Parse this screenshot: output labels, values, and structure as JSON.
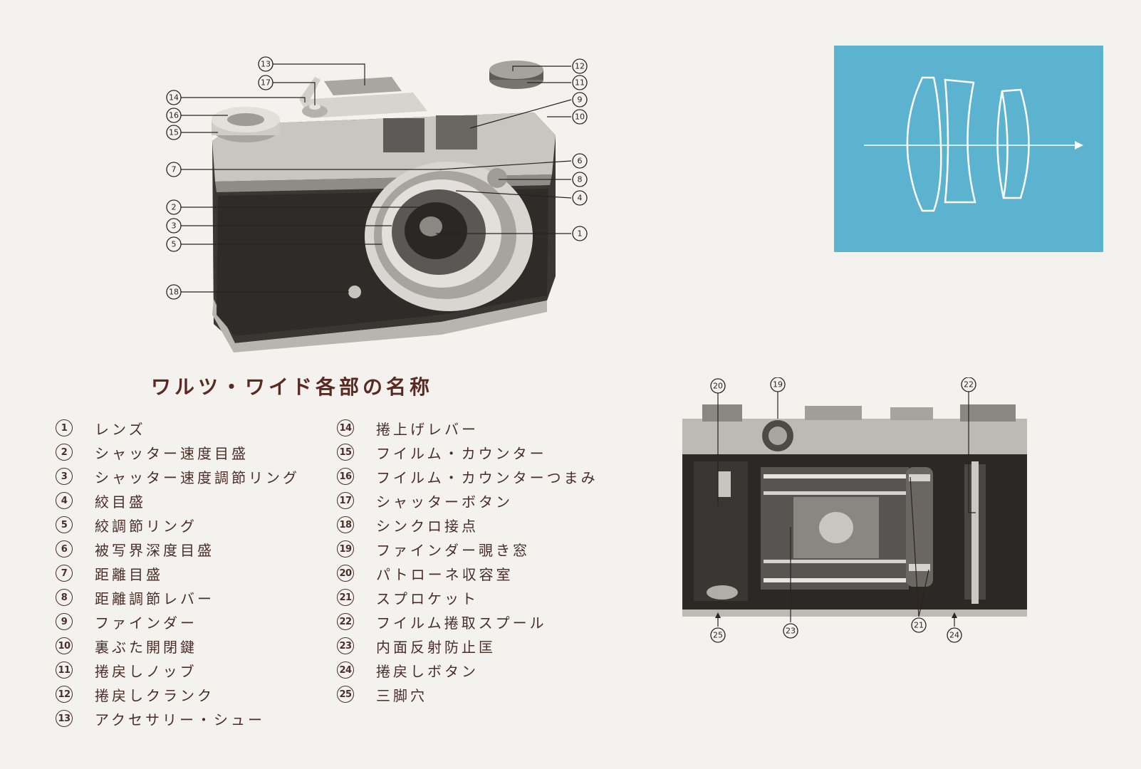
{
  "title": "ワルツ・ワイド各部の名称",
  "colors": {
    "paper": "#f4f2ee",
    "ink": "#4a2c28",
    "title": "#5a2a22",
    "lens_panel": "#5cb3cf",
    "lens_line": "#ffffff"
  },
  "parts_left": [
    {
      "num": "1",
      "label": "レンズ"
    },
    {
      "num": "2",
      "label": "シャッター速度目盛"
    },
    {
      "num": "3",
      "label": "シャッター速度調節リング"
    },
    {
      "num": "4",
      "label": "絞目盛"
    },
    {
      "num": "5",
      "label": "絞調節リング"
    },
    {
      "num": "6",
      "label": "被写界深度目盛"
    },
    {
      "num": "7",
      "label": "距離目盛"
    },
    {
      "num": "8",
      "label": "距離調節レバー"
    },
    {
      "num": "9",
      "label": "ファインダー"
    },
    {
      "num": "10",
      "label": "裏ぶた開閉鍵"
    },
    {
      "num": "11",
      "label": "捲戻しノッブ"
    },
    {
      "num": "12",
      "label": "捲戻しクランク"
    },
    {
      "num": "13",
      "label": "アクセサリー・シュー"
    }
  ],
  "parts_right": [
    {
      "num": "14",
      "label": "捲上げレバー"
    },
    {
      "num": "15",
      "label": "フイルム・カウンター"
    },
    {
      "num": "16",
      "label": "フイルム・カウンターつまみ"
    },
    {
      "num": "17",
      "label": "シャッターボタン"
    },
    {
      "num": "18",
      "label": "シンクロ接点"
    },
    {
      "num": "19",
      "label": "ファインダー覗き窓"
    },
    {
      "num": "20",
      "label": "パトローネ収容室"
    },
    {
      "num": "21",
      "label": "スプロケット"
    },
    {
      "num": "22",
      "label": "フイルム捲取スプール"
    },
    {
      "num": "23",
      "label": "内面反射防止匡"
    },
    {
      "num": "24",
      "label": "捲戻しボタン"
    },
    {
      "num": "25",
      "label": "三脚穴"
    }
  ],
  "front_callouts": {
    "n13": "13",
    "n17": "17",
    "n14": "14",
    "n16": "16",
    "n15": "15",
    "n7": "7",
    "n2": "2",
    "n3": "3",
    "n5": "5",
    "n18": "18",
    "n12": "12",
    "n11": "11",
    "n9": "9",
    "n10": "10",
    "n6": "6",
    "n8": "8",
    "n4": "4",
    "n1": "1"
  },
  "back_callouts": {
    "n20": "20",
    "n19": "19",
    "n22": "22",
    "n25": "25",
    "n23": "23",
    "n21": "21",
    "n24": "24"
  }
}
